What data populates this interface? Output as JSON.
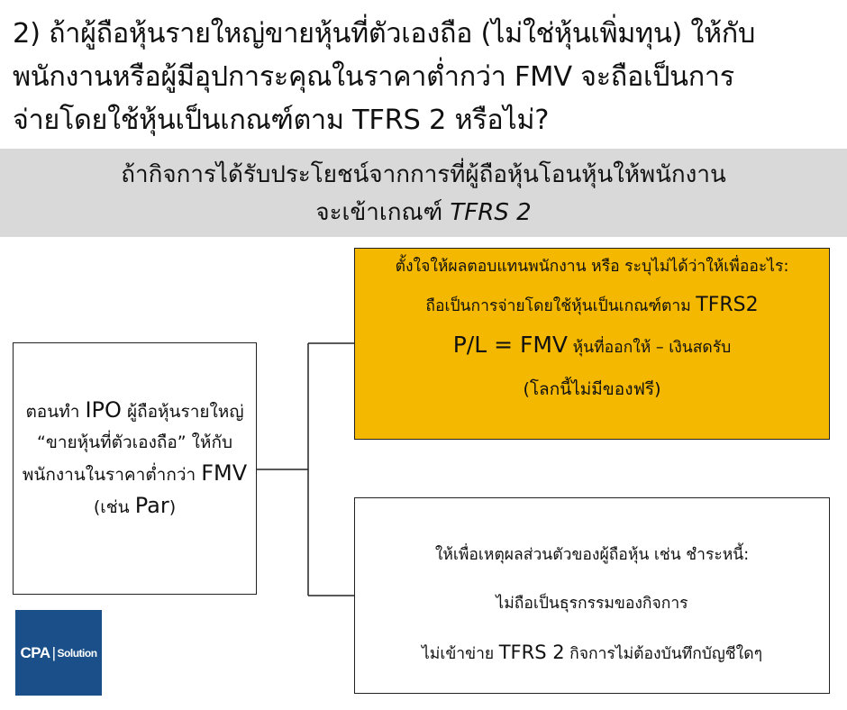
{
  "question": {
    "lines": [
      "2) ถ้าผู้ถือหุ้นรายใหญ่ขายหุ้นที่ตัวเองถือ (ไม่ใช่หุ้นเพิ่มทุน) ให้กับ",
      "พนักงานหรือผู้มีอุปการะคุณในราคาต่ำกว่า FMV จะถือเป็นการ",
      "จ่ายโดยใช้หุ้นเป็นเกณฑ์ตาม TFRS 2 หรือไม่?"
    ]
  },
  "banner": {
    "line1": "ถ้ากิจการได้รับประโยชน์จากการที่ผู้ถือหุ้นโอนหุ้นให้พนักงาน",
    "line2_prefix": "จะเข้าเกณฑ์ ",
    "line2_em": "TFRS 2"
  },
  "left_box": {
    "line1_a": "ตอนทำ ",
    "line1_big": "IPO",
    "line1_b": " ผู้ถือหุ้นรายใหญ่",
    "line2": "“ขายหุ้นที่ตัวเองถือ” ให้กับ",
    "line3_a": "พนักงานในราคาต่ำกว่า ",
    "line3_big": "FMV",
    "line4_a": "(เช่น ",
    "line4_big": "Par",
    "line4_b": ")"
  },
  "yellow_box": {
    "line1": "ตั้งใจให้ผลตอบแทนพนักงาน หรือ ระบุไม่ได้ว่าให้เพื่ออะไร:",
    "line2_a": "ถือเป็นการจ่ายโดยใช้หุ้นเป็นเกณฑ์ตาม ",
    "line2_big": "TFRS2",
    "line3_big": "P/L = FMV",
    "line3_b": " หุ้นที่ออกให้  –  เงินสดรับ",
    "line4": "(โลกนี้ไม่มีของฟรี)"
  },
  "white_box": {
    "line1": "ให้เพื่อเหตุผลส่วนตัวของผู้ถือหุ้น เช่น ชำระหนี้:",
    "line2": "ไม่ถือเป็นธุรกรรมของกิจการ",
    "line3_a": "ไม่เข้าข่าย ",
    "line3_big": "TFRS 2",
    "line3_b": " กิจการไม่ต้องบันทึกบัญชีใดๆ"
  },
  "logo": {
    "brand": "CPA",
    "separator": "|",
    "suffix": "Solution"
  },
  "colors": {
    "banner_bg": "#d9d9d9",
    "yellow_box_bg": "#f5b800",
    "logo_bg": "#1b4f8a"
  }
}
